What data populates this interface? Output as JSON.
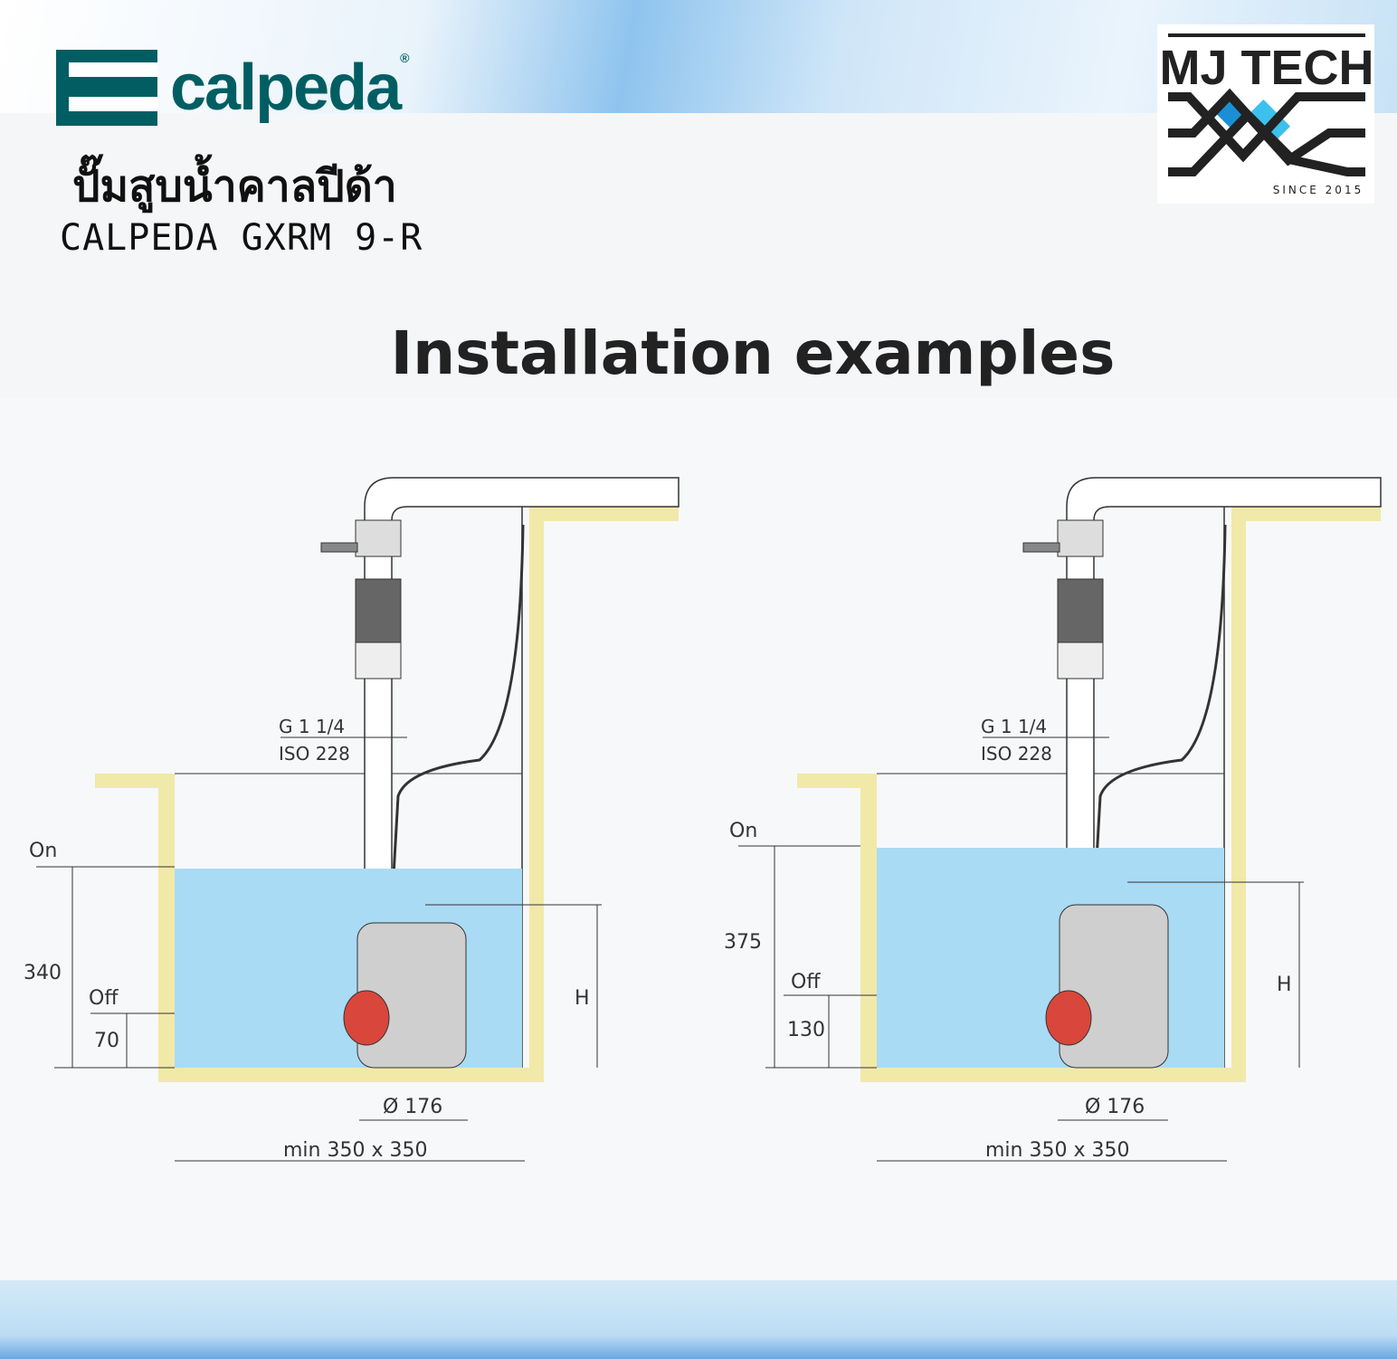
{
  "brand": {
    "name": "calpeda",
    "registered": "®"
  },
  "header": {
    "thai_title": "ปั๊มสูบน้ำคาลปีด้า",
    "model": "CALPEDA GXRM 9-R"
  },
  "partner_logo": {
    "name": "MJ TECH",
    "since": "SINCE 2015"
  },
  "title": "Installation examples",
  "diagrams": [
    {
      "thread": "G 1 1/4",
      "iso": "ISO 228",
      "on": "On",
      "off": "Off",
      "on_height": "340",
      "off_height": "70",
      "h": "H",
      "diameter": "Ø 176",
      "pit": "min 350 x 350"
    },
    {
      "thread": "G 1 1/4",
      "iso": "ISO 228",
      "on": "On",
      "off": "Off",
      "on_height": "375",
      "off_height": "130",
      "h": "H",
      "diameter": "Ø 176",
      "pit": "min 350 x 350"
    }
  ],
  "colors": {
    "brand": "#005e63",
    "wall": "#f1e9a8",
    "water": "#a9dbf5",
    "float": "#d9463b"
  }
}
